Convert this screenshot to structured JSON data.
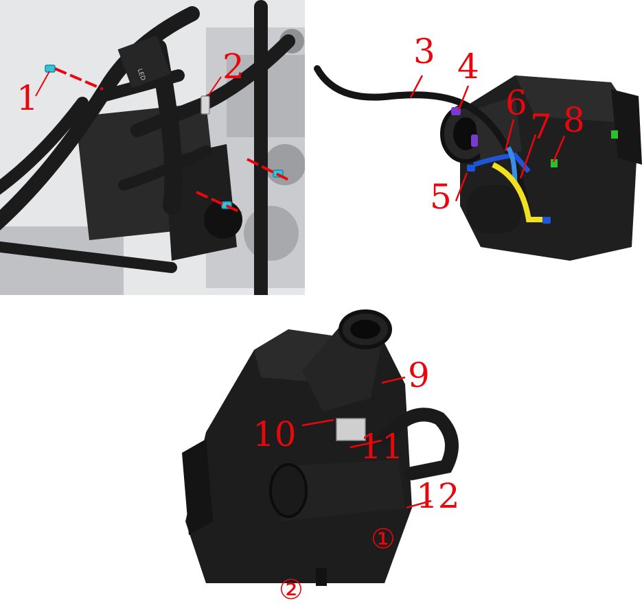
{
  "callouts": {
    "c1": "1",
    "c2": "2",
    "c3": "3",
    "c4": "4",
    "c5": "5",
    "c6": "6",
    "c7": "7",
    "c8": "8",
    "c9": "9",
    "c10": "10",
    "c11": "11",
    "c12": "12",
    "m1": "①",
    "m2": "②"
  },
  "frame_label": "LED",
  "colors": {
    "callout_red": "#e8070d",
    "bolt_cyan": "#2fc4e0",
    "clamp_purple": "#7a3ad0",
    "hose_blue": "#1e56d8",
    "hose_yellow": "#f0e020",
    "tag_green": "#2cc02c",
    "part_black": "#1a1a1a"
  }
}
